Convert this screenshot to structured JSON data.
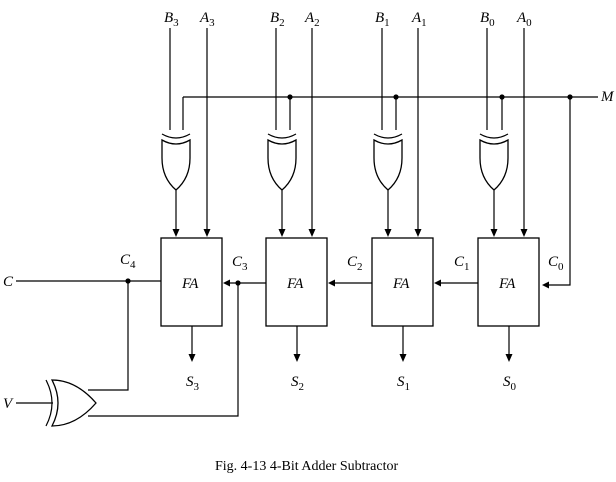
{
  "inputs": {
    "B3": {
      "base": "B",
      "sub": "3"
    },
    "A3": {
      "base": "A",
      "sub": "3"
    },
    "B2": {
      "base": "B",
      "sub": "2"
    },
    "A2": {
      "base": "A",
      "sub": "2"
    },
    "B1": {
      "base": "B",
      "sub": "1"
    },
    "A1": {
      "base": "A",
      "sub": "1"
    },
    "B0": {
      "base": "B",
      "sub": "0"
    },
    "A0": {
      "base": "A",
      "sub": "0"
    },
    "M": "M"
  },
  "adders": [
    "FA",
    "FA",
    "FA",
    "FA"
  ],
  "carries": {
    "C4": {
      "base": "C",
      "sub": "4"
    },
    "C3": {
      "base": "C",
      "sub": "3"
    },
    "C2": {
      "base": "C",
      "sub": "2"
    },
    "C1": {
      "base": "C",
      "sub": "1"
    },
    "C0": {
      "base": "C",
      "sub": "0"
    }
  },
  "sums": {
    "S3": {
      "base": "S",
      "sub": "3"
    },
    "S2": {
      "base": "S",
      "sub": "2"
    },
    "S1": {
      "base": "S",
      "sub": "1"
    },
    "S0": {
      "base": "S",
      "sub": "0"
    }
  },
  "outputs": {
    "C": "C",
    "V": "V"
  },
  "caption": "Fig. 4-13  4-Bit Adder Subtractor"
}
